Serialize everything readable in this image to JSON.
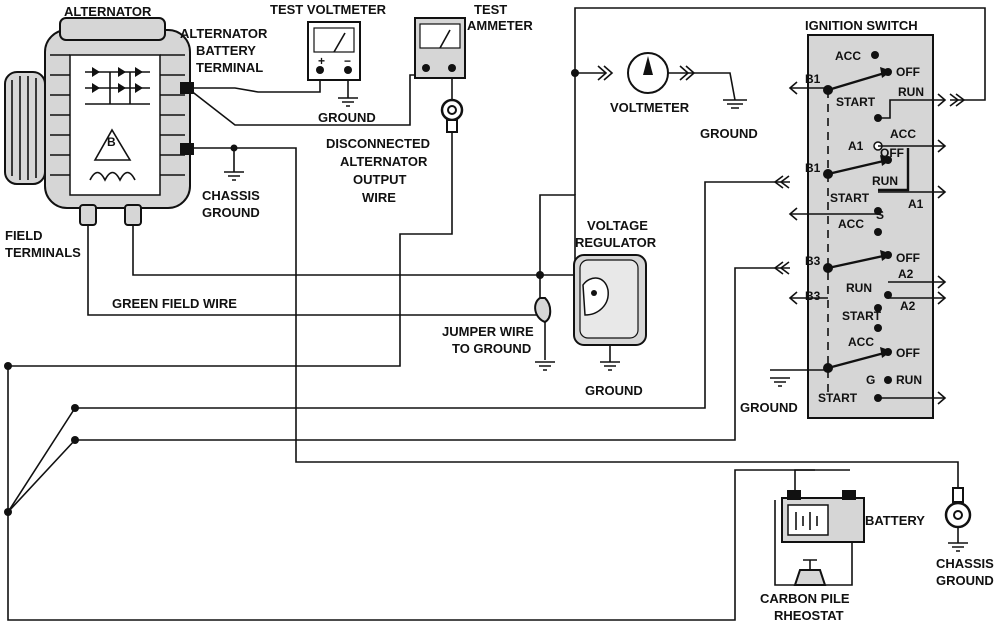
{
  "labels": {
    "alternator": "ALTERNATOR",
    "test_voltmeter": "TEST VOLTMETER",
    "test_ammeter": [
      "TEST",
      "AMMETER"
    ],
    "alt_battery_terminal": [
      "ALTERNATOR",
      "BATTERY",
      "TERMINAL"
    ],
    "ground": "GROUND",
    "disconnected_output_wire": [
      "DISCONNECTED",
      "ALTERNATOR",
      "OUTPUT",
      "WIRE"
    ],
    "chassis_ground": [
      "CHASSIS",
      "GROUND"
    ],
    "field_terminals": [
      "FIELD",
      "TERMINALS"
    ],
    "green_field_wire": "GREEN FIELD WIRE",
    "voltmeter": "VOLTMETER",
    "voltage_regulator": [
      "VOLTAGE",
      "REGULATOR"
    ],
    "jumper_wire": [
      "JUMPER WIRE",
      "TO GROUND"
    ],
    "ignition_switch": "IGNITION SWITCH",
    "battery": "BATTERY",
    "carbon_pile": [
      "CARBON PILE",
      "RHEOSTAT"
    ],
    "alt_b": "B",
    "meter_plus": "+",
    "meter_minus": "−"
  },
  "ignition_switch": {
    "terminals": {
      "acc_top": "ACC",
      "b1_a": "B1",
      "off_1": "OFF",
      "start_1": "START",
      "run_1": "RUN",
      "a1_a": "A1",
      "acc_2": "ACC",
      "off_2": "OFF",
      "b1_b": "B1",
      "run_2": "RUN",
      "start_2": "START",
      "a1_b": "A1",
      "s": "S",
      "acc_3": "ACC",
      "b3_a": "B3",
      "off_3": "OFF",
      "a2_a": "A2",
      "run_3": "RUN",
      "b3_b": "B3",
      "a2_b": "A2",
      "start_3": "START",
      "acc_4": "ACC",
      "off_4": "OFF",
      "g": "G",
      "run_4": "RUN",
      "start_4": "START",
      "ground": "GROUND"
    }
  }
}
